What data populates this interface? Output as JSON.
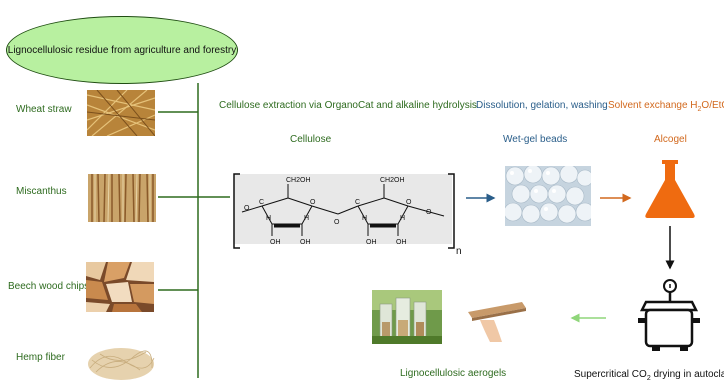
{
  "source": {
    "label": "Lignocellulosic residue from agriculture and forestry"
  },
  "feedstocks": [
    {
      "label": "Wheat straw"
    },
    {
      "label": "Miscanthus"
    },
    {
      "label": "Beech wood chips"
    },
    {
      "label": "Hemp fiber"
    }
  ],
  "steps": {
    "extraction": "Cellulose extraction via OrganoCat and alkaline hydrolysis",
    "dissolution": "Dissolution, gelation, washing",
    "solvent_exchange_prefix": "Solvent exchange H",
    "solvent_exchange_sub1": "2",
    "solvent_exchange_mid": "O/EtOH",
    "drying_prefix": "Supercritical CO",
    "drying_sub": "2",
    "drying_suffix": " drying in autoclave"
  },
  "products": {
    "cellulose": "Cellulose",
    "wet_gel": "Wet-gel beads",
    "alcogel": "Alcogel",
    "aerogels": "Lignocellulosic aerogels"
  },
  "structure": {
    "ch2oh": "CH2OH",
    "oh": "OH",
    "h": "H",
    "c": "C",
    "o": "O",
    "n": "n"
  },
  "colors": {
    "green": "#2e6b1f",
    "ellipse_fill": "#b8f0a0",
    "blue": "#2a5e8a",
    "orange": "#d2691e",
    "light_green_arrow": "#8fd67a"
  }
}
